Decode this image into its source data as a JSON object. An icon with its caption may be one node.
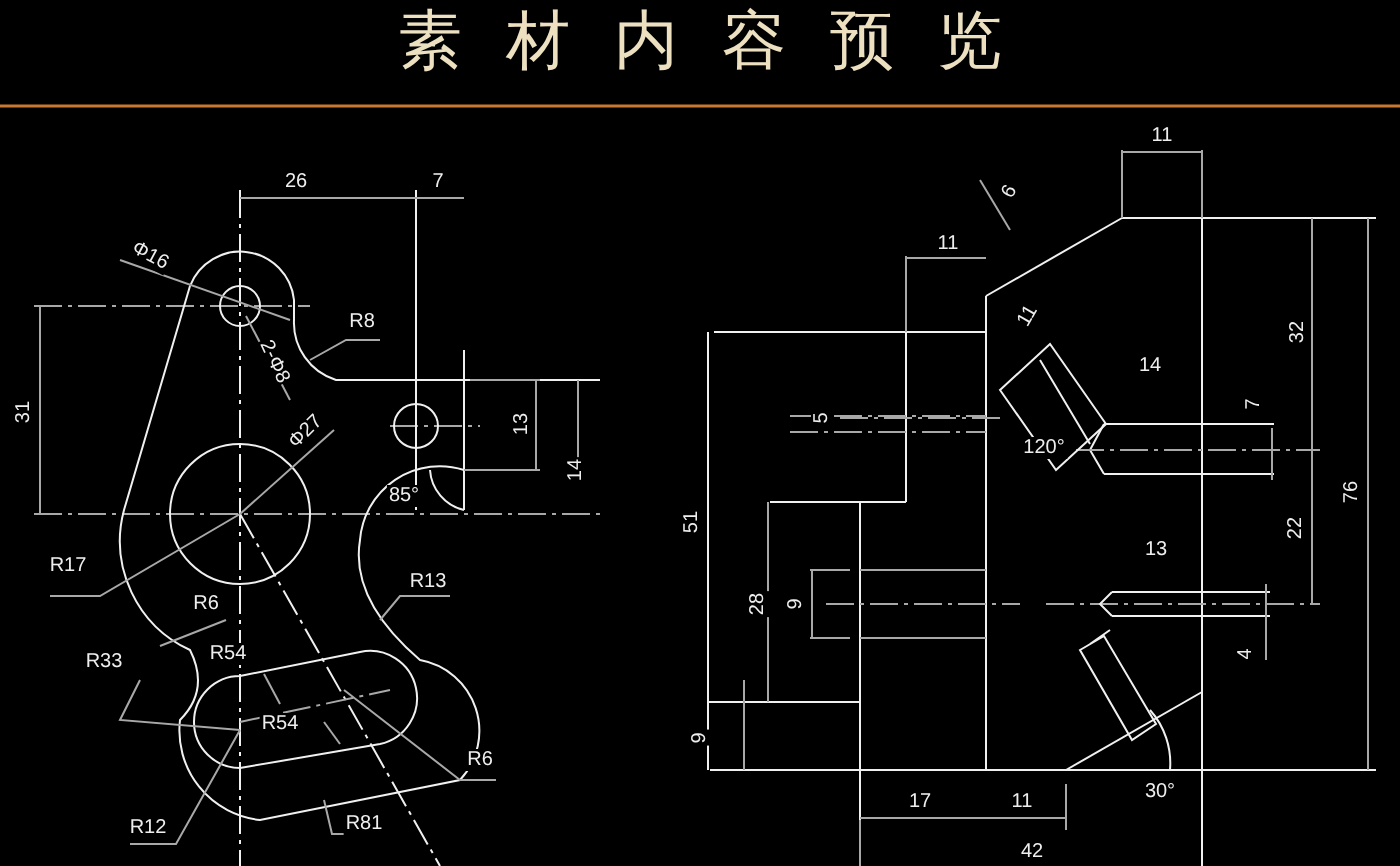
{
  "diagram": {
    "title": "素材内容预览",
    "labels": [
      "26",
      "7",
      "11",
      "6",
      "Φ16",
      "11",
      "R8",
      "2-Φ8",
      "11",
      "32",
      "Φ27",
      "31",
      "14",
      "13",
      "7",
      "5",
      "14",
      "120°",
      "76",
      "85°",
      "R17",
      "51",
      "22",
      "R13",
      "R6",
      "13",
      "R33",
      "28",
      "9",
      "R54",
      "R54",
      "4",
      "R6",
      "9",
      "R12",
      "R81",
      "17",
      "11",
      "30°",
      "42"
    ]
  }
}
